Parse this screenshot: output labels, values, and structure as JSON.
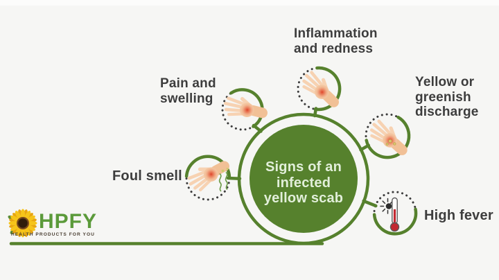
{
  "title": "Signs of an infected yellow scab infographic",
  "center": {
    "title": "Signs of an\ninfected\nyellow scab"
  },
  "satellites": [
    {
      "id": "inflammation",
      "label": "Inflammation\nand redness",
      "icon": "inflamed-hand-icon",
      "position": "top"
    },
    {
      "id": "pain",
      "label": "Pain and\nswelling",
      "icon": "inflamed-hand-icon",
      "position": "upper-left"
    },
    {
      "id": "discharge",
      "label": "Yellow or\ngreenish\ndischarge",
      "icon": "discharge-hand-icon",
      "position": "right"
    },
    {
      "id": "foul-smell",
      "label": "Foul smell",
      "icon": "smelly-hand-icon",
      "position": "left"
    },
    {
      "id": "high-fever",
      "label": "High fever",
      "icon": "thermometer-icon",
      "position": "lower-right"
    }
  ],
  "logo": {
    "wordmark": "HPFY",
    "tagline": "HEALTH PRODUCTS FOR YOU",
    "icon": "sunflower-icon"
  },
  "colors": {
    "diagram_green": "#56812d",
    "center_text": "#e2efda",
    "label_text": "#3d3d3d",
    "background": "#f6f6f4",
    "dotted_circle": "#3c3c3c",
    "skin": "#f3c6a1",
    "inflamed_red": "#dd3b22",
    "thermometer_red": "#c22831",
    "smell_green": "#6f9e4c",
    "discharge_yellow": "#d8c56b",
    "logo_green": "#5b9a3a",
    "sunflower_yellow": "#f6c41a"
  }
}
